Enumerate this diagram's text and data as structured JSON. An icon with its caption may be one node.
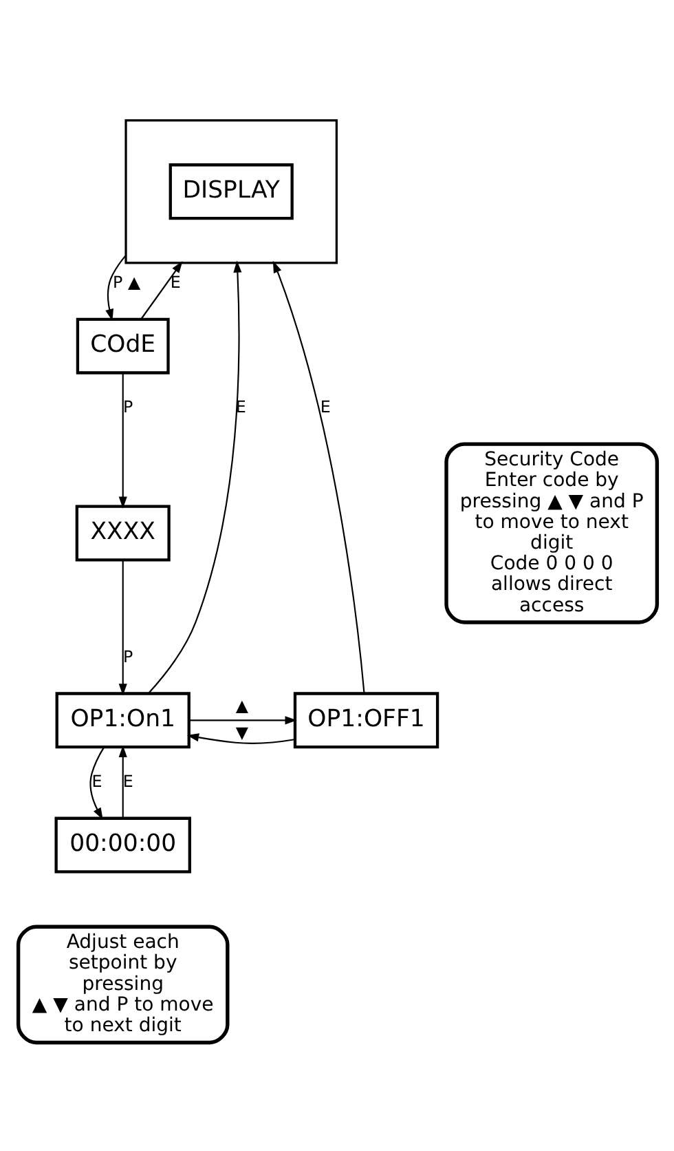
{
  "diagram": {
    "nodes": [
      {
        "text": [],
        "shape": "box"
      },
      {
        "text": [
          "DISPLAY"
        ],
        "in": 0
      },
      {
        "text": [
          "Security Code",
          "Enter code by pressing ▲ ▼ and P to move to next digit",
          "Code 0 0 0 0 allows direct access"
        ]
      },
      {
        "text": [
          "COdE"
        ]
      },
      {
        "text": [
          "XXXX"
        ]
      },
      {
        "text": [
          "OP1:On1"
        ]
      },
      {
        "text": [
          "OP1:OFF1"
        ]
      },
      {
        "text": [
          "00:00:00"
        ]
      },
      {
        "text": [
          "Adjust each setpoint by pressing",
          "▲ ▼ and P to move to next digit"
        ]
      }
    ],
    "edges": [
      {
        "from": 0,
        "to": 3,
        "arrow": "to",
        "label": "P ▲"
      },
      {
        "from": 3,
        "to": 0,
        "arrow": "to",
        "label": "E"
      },
      {
        "from": 3,
        "to": 4,
        "arrow": "to",
        "label": "P"
      },
      {
        "from": 4,
        "to": 5,
        "arrow": "to",
        "label": "P"
      },
      {
        "from": 5,
        "to": 0,
        "arrow": "to",
        "label": "E"
      },
      {
        "from": 6,
        "to": 0,
        "arrow": "to",
        "label": "E"
      },
      {
        "from": 5,
        "to": 6,
        "arrow": "to",
        "label": "▲"
      },
      {
        "from": 6,
        "to": 5,
        "arrow": "to",
        "label": "▼"
      },
      {
        "from": 5,
        "to": 7,
        "arrow": "to",
        "label": "E"
      },
      {
        "from": 7,
        "to": 5,
        "arrow": "to",
        "label": "E"
      }
    ]
  }
}
